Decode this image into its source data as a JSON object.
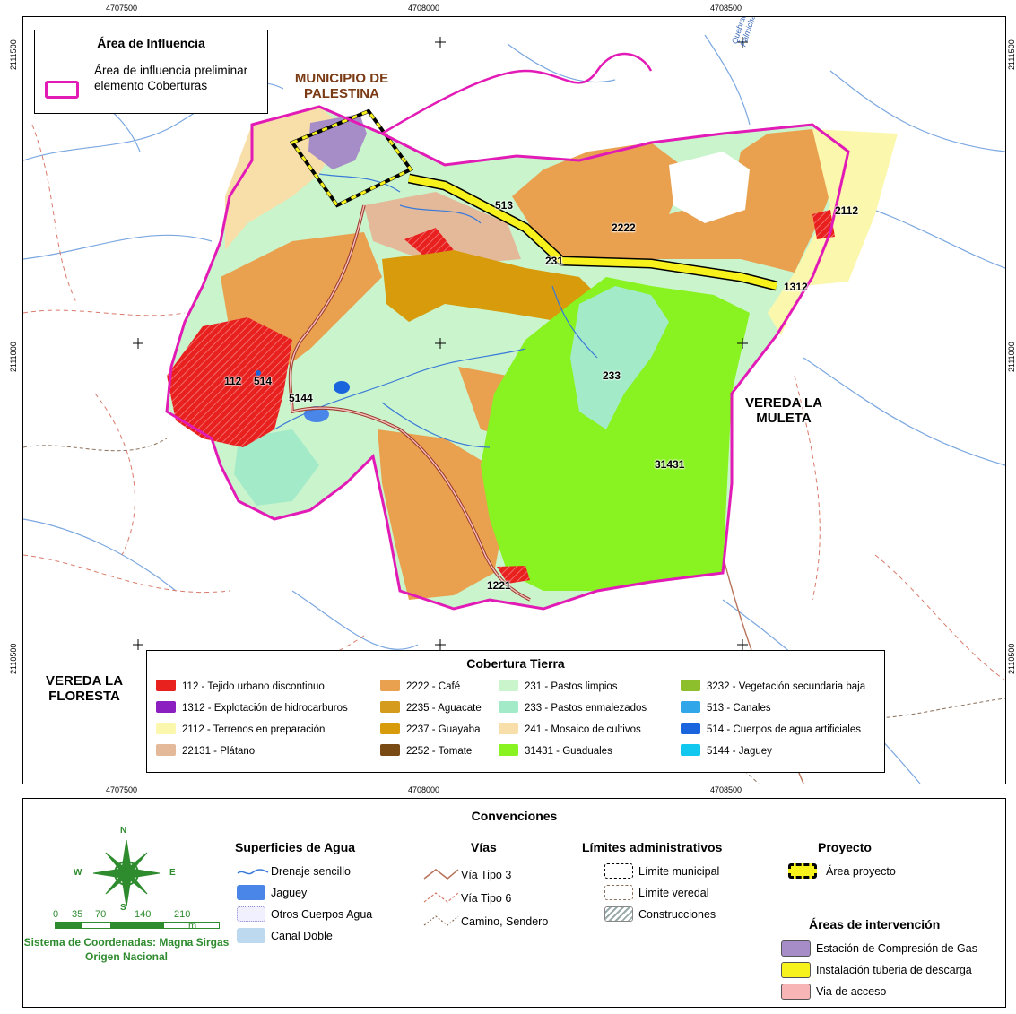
{
  "ticks": {
    "x_top": [
      "4707500",
      "4708000",
      "4708500"
    ],
    "x_bottom": [
      "4707500",
      "4708000",
      "4708500"
    ],
    "y_left": [
      "2111500",
      "2111000",
      "2110500"
    ],
    "y_right": [
      "2111500",
      "2111000",
      "2110500"
    ]
  },
  "influence_legend": {
    "title": "Área de Influencia",
    "description": "Área de influencia preliminar elemento Coberturas",
    "color": "#e21bb6"
  },
  "places": {
    "palestina": "MUNICIPIO DE PALESTINA",
    "la_muleta": "VEREDA LA MULETA",
    "la_floresta": "VEREDA LA FLORESTA"
  },
  "streams": {
    "quebrada": "Quebrada Palmichal"
  },
  "map_labels": [
    "2222",
    "2112",
    "513",
    "231",
    "1312",
    "112",
    "514",
    "5144",
    "233",
    "31431",
    "1221"
  ],
  "coverage_legend": {
    "title": "Cobertura Tierra",
    "items": [
      {
        "label": "112 - Tejido urbano discontinuo",
        "color": "#e8201e"
      },
      {
        "label": "1312 - Explotación de hidrocarburos",
        "color": "#8b1fbf"
      },
      {
        "label": "2112 - Terrenos en preparación",
        "color": "#fbf7ad"
      },
      {
        "label": "22131 - Plátano",
        "color": "#e4b99a"
      },
      {
        "label": "2222 - Café",
        "color": "#e9a150"
      },
      {
        "label": "2235 - Aguacate",
        "color": "#d49b1c"
      },
      {
        "label": "2237 - Guayaba",
        "color": "#d79b0b"
      },
      {
        "label": "2252 - Tomate",
        "color": "#7a4a14"
      },
      {
        "label": "231 - Pastos limpios",
        "color": "#c9f4cc"
      },
      {
        "label": "233 - Pastos enmalezados",
        "color": "#a3ebc8"
      },
      {
        "label": "241 - Mosaico de cultivos",
        "color": "#f8dfaa"
      },
      {
        "label": "31431 - Guaduales",
        "color": "#89f221"
      },
      {
        "label": "3232 - Vegetación secundaria baja",
        "color": "#8dbf2c"
      },
      {
        "label": "513 - Canales",
        "color": "#31a6e8"
      },
      {
        "label": "514 - Cuerpos de agua artificiales",
        "color": "#1a64de"
      },
      {
        "label": "5144 - Jaguey",
        "color": "#12c8ef"
      }
    ]
  },
  "conventions": {
    "title": "Convenciones",
    "compass": {
      "n": "N",
      "s": "S",
      "e": "E",
      "w": "W"
    },
    "scale": {
      "ticks": [
        "0",
        "35",
        "70",
        "140",
        "210"
      ],
      "unit": "m"
    },
    "coord_system": "Sistema de Coordenadas: Magna Sirgas Origen Nacional",
    "water": {
      "heading": "Superficies de Agua",
      "items": [
        "Drenaje sencillo",
        "Jaguey",
        "Otros Cuerpos Agua",
        "Canal Doble"
      ]
    },
    "roads": {
      "heading": "Vías",
      "items": [
        "Vía Tipo 3",
        "Vía Tipo 6",
        "Camino, Sendero"
      ]
    },
    "admin": {
      "heading": "Límites administrativos",
      "items": [
        "Límite municipal",
        "Límite veredal",
        "Construcciones"
      ]
    },
    "project": {
      "heading": "Proyecto",
      "items": [
        "Área proyecto"
      ]
    },
    "intervention": {
      "heading": "Áreas de intervención",
      "items": [
        {
          "label": "Estación de Compresión de Gas",
          "color": "#a78dc8"
        },
        {
          "label": "Instalación tuberia de descarga",
          "color": "#f8f21c"
        },
        {
          "label": "Via de acceso",
          "color": "#f7b5b5"
        }
      ]
    }
  }
}
